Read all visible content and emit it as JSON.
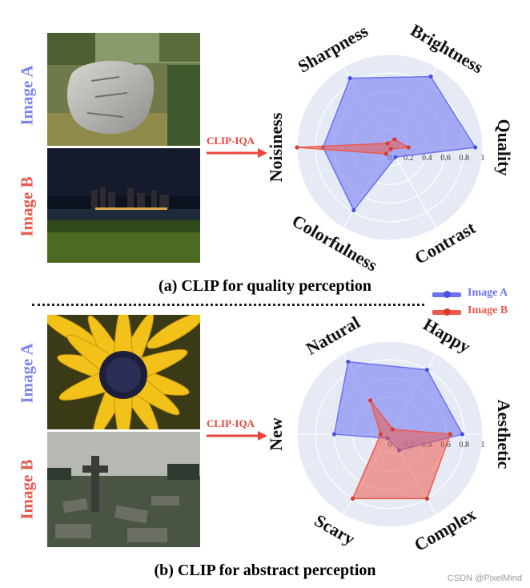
{
  "panel_a": {
    "image_a_label": "Image A",
    "image_b_label": "Image B",
    "arrow_label": "CLIP-IQA",
    "caption": "(a) CLIP for quality perception"
  },
  "panel_b": {
    "image_a_label": "Image A",
    "image_b_label": "Image B",
    "arrow_label": "CLIP-IQA",
    "caption": "(b) CLIP for abstract perception"
  },
  "legend": {
    "image_a": "Image A",
    "image_b": "Image B"
  },
  "watermark": "CSDN @PixelMind",
  "colors": {
    "image_a": "#6b73f0",
    "image_b": "#ec5a4c",
    "grid_bg": "#e6eaf5"
  },
  "chart_data": [
    {
      "type": "radar",
      "axes": [
        "Quality",
        "Brightness",
        "Sharpness",
        "Noisiness",
        "Colorfulness",
        "Contrast"
      ],
      "radial_ticks": [
        "0",
        "0.2",
        "0.4",
        "0.6",
        "0.8",
        "1"
      ],
      "rlim": [
        0,
        1
      ],
      "series": [
        {
          "name": "Image A",
          "values": [
            0.92,
            0.88,
            0.86,
            0.72,
            0.78,
            0.12
          ]
        },
        {
          "name": "Image B",
          "values": [
            0.2,
            0.1,
            0.05,
            1.0,
            0.08,
            0.02
          ]
        }
      ]
    },
    {
      "type": "radar",
      "axes": [
        "Aesthetic",
        "Happy",
        "Natural",
        "New",
        "Scary",
        "Complex"
      ],
      "radial_ticks": [
        "0",
        "0.2",
        "0.4",
        "0.6",
        "0.8",
        "1"
      ],
      "rlim": [
        0,
        1
      ],
      "series": [
        {
          "name": "Image A",
          "values": [
            0.78,
            0.8,
            0.9,
            0.6,
            0.05,
            0.2
          ]
        },
        {
          "name": "Image B",
          "values": [
            0.65,
            0.06,
            0.42,
            0.1,
            0.8,
            0.8
          ]
        }
      ]
    }
  ]
}
